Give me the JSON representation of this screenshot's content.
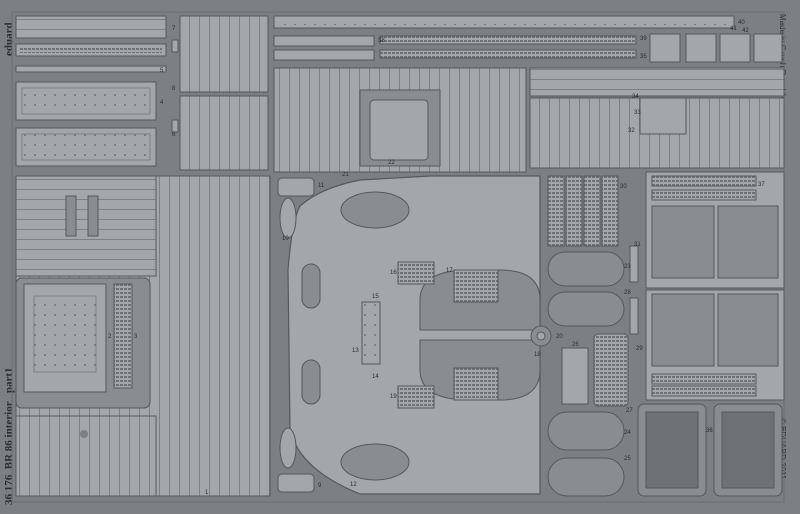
{
  "brand": "eduard",
  "product_code": "36 176",
  "title": "BR 86 interior",
  "part": "part1",
  "origin": "Made in Czech Republic",
  "copyright": "© EDUARD 2011",
  "colors": {
    "sheet": "#7d8082",
    "metal": "#a4a7a9",
    "etch": "#8a8d8f",
    "line": "#55585a",
    "text": "#2a2c2e"
  },
  "part_numbers": [
    "1",
    "2",
    "3",
    "4",
    "5",
    "6",
    "7",
    "8",
    "9",
    "10",
    "11",
    "12",
    "13",
    "14",
    "15",
    "16",
    "17",
    "18",
    "19",
    "20",
    "21",
    "22",
    "23",
    "24",
    "25",
    "26",
    "27",
    "28",
    "29",
    "30",
    "31",
    "32",
    "33",
    "34",
    "35",
    "36",
    "37",
    "38",
    "39",
    "40",
    "41",
    "42"
  ]
}
